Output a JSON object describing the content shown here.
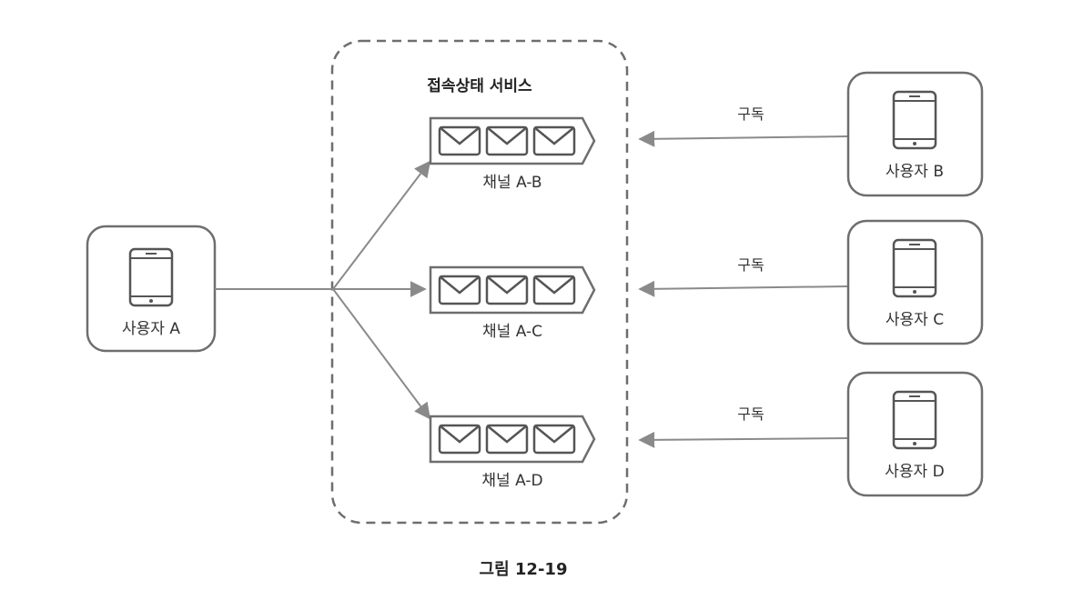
{
  "service": {
    "title": "접속상태 서비스"
  },
  "publisher": {
    "label": "사용자 A"
  },
  "channels": [
    {
      "label": "채널 A-B"
    },
    {
      "label": "채널 A-C"
    },
    {
      "label": "채널 A-D"
    }
  ],
  "subscribers": [
    {
      "label": "사용자 B",
      "edge_label": "구독"
    },
    {
      "label": "사용자 C",
      "edge_label": "구독"
    },
    {
      "label": "사용자 D",
      "edge_label": "구독"
    }
  ],
  "caption": "그림 12-19",
  "colors": {
    "stroke": "#6e6e6e",
    "arrow": "#8a8a8a",
    "text": "#333333"
  }
}
